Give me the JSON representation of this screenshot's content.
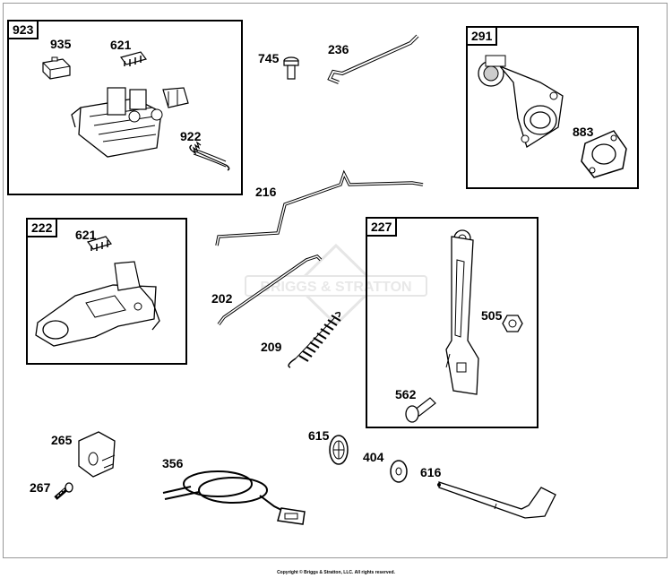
{
  "watermark": {
    "brand": "BRIGGS & STRATTON"
  },
  "groups": [
    {
      "id": "923"
    },
    {
      "id": "291"
    },
    {
      "id": "222"
    },
    {
      "id": "227"
    }
  ],
  "labels": {
    "p935": "935",
    "p621a": "621",
    "p922": "922",
    "p745": "745",
    "p236": "236",
    "p883": "883",
    "p216": "216",
    "p621b": "621",
    "p202": "202",
    "p209": "209",
    "p505": "505",
    "p562": "562",
    "p265": "265",
    "p267": "267",
    "p356": "356",
    "p615": "615",
    "p404": "404",
    "p616": "616"
  },
  "footer": {
    "copyright": "Copyright © Briggs & Stratton, LLC. All rights reserved."
  }
}
